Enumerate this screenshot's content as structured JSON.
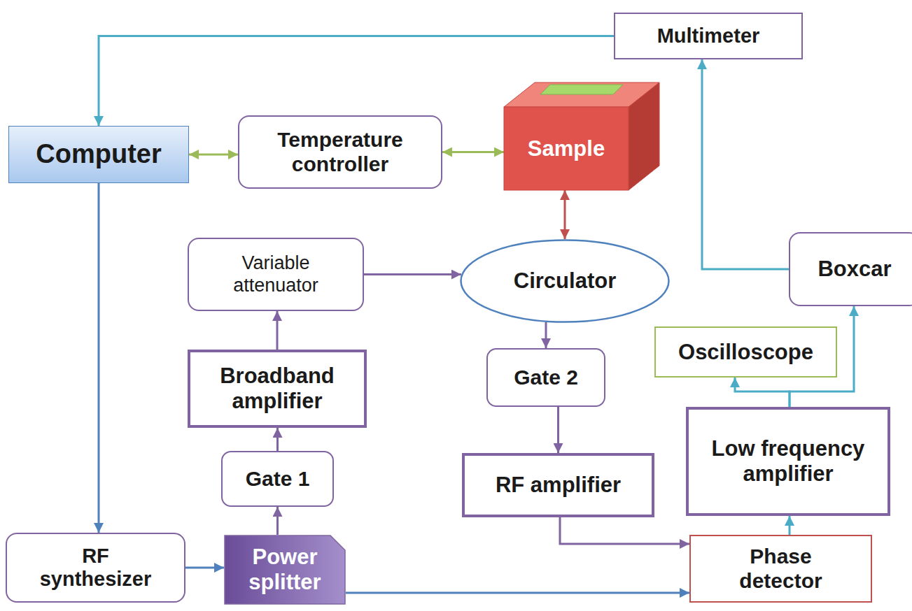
{
  "diagram": {
    "nodes": [
      {
        "text": [
          "Multimeter"
        ]
      },
      {
        "text": [
          "Computer"
        ]
      },
      {
        "text": [
          "Temperature controller"
        ]
      },
      {
        "text": [
          "Sample"
        ]
      },
      {
        "text": [
          "Variable attenuator"
        ]
      },
      {
        "text": [
          "Circulator"
        ]
      },
      {
        "text": [
          "Boxcar"
        ]
      },
      {
        "text": [
          "Oscilloscope"
        ]
      },
      {
        "text": [
          "Broadband amplifier"
        ]
      },
      {
        "text": [
          "Gate 2"
        ]
      },
      {
        "text": [
          "Low frequency amplifier"
        ]
      },
      {
        "text": [
          "Gate 1"
        ]
      },
      {
        "text": [
          "RF amplifier"
        ]
      },
      {
        "text": [
          "RF synthesizer"
        ]
      },
      {
        "text": [
          "Power splitter"
        ]
      },
      {
        "text": [
          "Phase detector"
        ]
      }
    ],
    "edges": [
      {
        "from": 0,
        "to": 1,
        "arrow": "to"
      },
      {
        "from": 1,
        "to": 2,
        "arrow": "both"
      },
      {
        "from": 2,
        "to": 3,
        "arrow": "both"
      },
      {
        "from": 3,
        "to": 5,
        "arrow": "both"
      },
      {
        "from": 1,
        "to": 13,
        "arrow": "to"
      },
      {
        "from": 13,
        "to": 14,
        "arrow": "to"
      },
      {
        "from": 14,
        "to": 11,
        "arrow": "to"
      },
      {
        "from": 11,
        "to": 8,
        "arrow": "to"
      },
      {
        "from": 8,
        "to": 4,
        "arrow": "to"
      },
      {
        "from": 4,
        "to": 5,
        "arrow": "to"
      },
      {
        "from": 5,
        "to": 9,
        "arrow": "to"
      },
      {
        "from": 9,
        "to": 12,
        "arrow": "to"
      },
      {
        "from": 12,
        "to": 15,
        "arrow": "to"
      },
      {
        "from": 14,
        "to": 15,
        "arrow": "to"
      },
      {
        "from": 15,
        "to": 10,
        "arrow": "to"
      },
      {
        "from": 10,
        "to": 7,
        "arrow": "to"
      },
      {
        "from": 10,
        "to": 6,
        "arrow": "to"
      },
      {
        "from": 6,
        "to": 0,
        "arrow": "to"
      }
    ]
  }
}
